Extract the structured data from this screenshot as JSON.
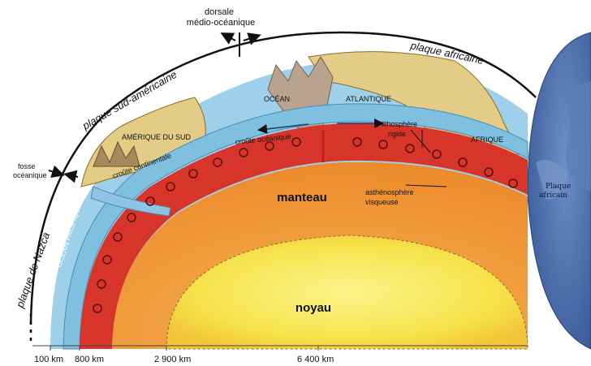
{
  "labels": {
    "ridge_line1": "dorsale",
    "ridge_line2": "médio-océanique",
    "plate_african": "plaque africaine",
    "plate_south_american": "plaque sud-américaine",
    "plate_nazca": "plaque de Nazca",
    "trench_line1": "fosse",
    "trench_line2": "océanique",
    "south_america": "AMÉRIQUE DU SUD",
    "ocean": "OCÉAN",
    "atlantic": "ATLANTIQUE",
    "africa": "AFRIQUE",
    "continental_crust": "croûte continentale",
    "oceanic_crust": "croûte océanique",
    "lithosphere_line1": "lithosphère",
    "lithosphere_line2": "rigide",
    "mantle": "manteau",
    "asthenosphere_line1": "asthénosphère",
    "asthenosphere_line2": "visqueuse",
    "pacific_ocean": "OCÉAN PACIFIQUE",
    "core": "noyau",
    "globe_label_line1": "Plaque",
    "globe_label_line2": "africain"
  },
  "scale": {
    "ticks": [
      "100 km",
      "800 km",
      "2 900 km",
      "6 400 km"
    ]
  },
  "colors": {
    "mantle": "#f39a3c",
    "core": "#f6e24a",
    "ocean": "#9fd0ea",
    "red_layer": "#d8352a",
    "globe": "#4a6fb0"
  }
}
